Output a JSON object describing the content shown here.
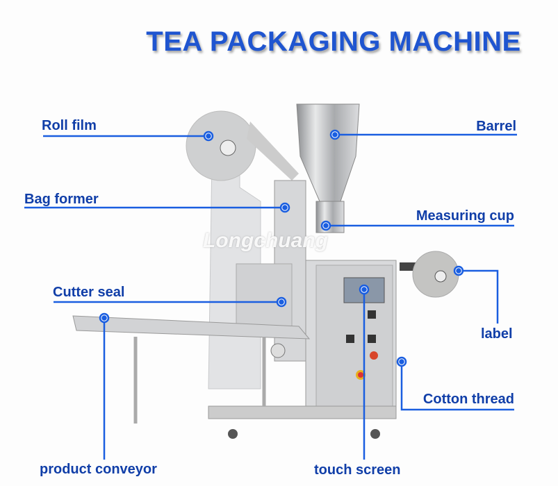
{
  "title": "TEA PACKAGING MACHINE",
  "watermark": "Longchuang",
  "labels": {
    "roll_film": "Roll film",
    "bag_former": "Bag former",
    "cutter_seal": "Cutter seal",
    "product_conveyor": "product conveyor",
    "barrel": "Barrel",
    "measuring_cup": "Measuring cup",
    "label": "label",
    "cotton_thread": "Cotton thread",
    "touch_screen": "touch screen"
  },
  "colors": {
    "accent": "#1a5ee0",
    "text": "#103ea8"
  }
}
